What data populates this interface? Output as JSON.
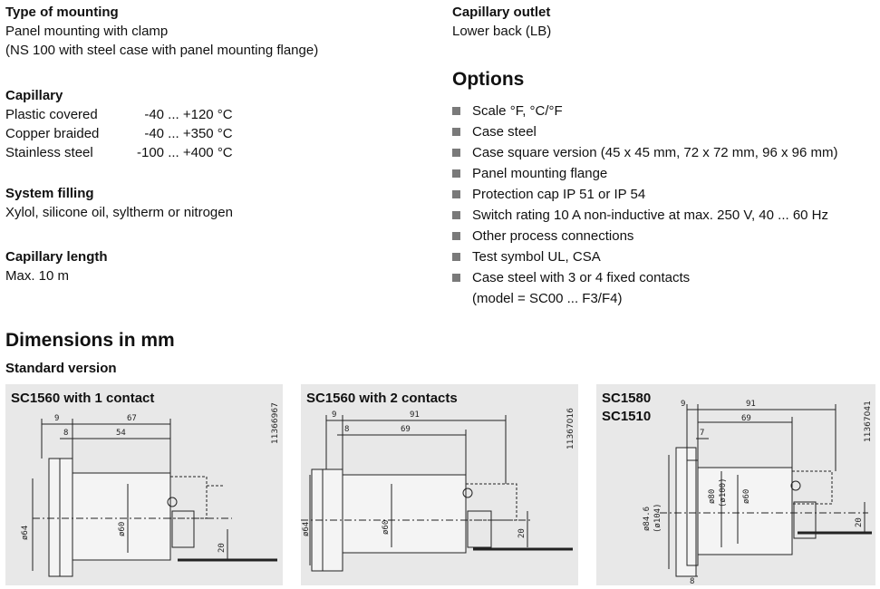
{
  "left": {
    "mounting": {
      "heading": "Type of mounting",
      "line1": "Panel mounting with clamp",
      "line2": "(NS 100 with steel case with panel mounting flange)"
    },
    "capillary": {
      "heading": "Capillary",
      "rows": [
        {
          "k": "Plastic covered",
          "v": "  -40 ... +120 °C"
        },
        {
          "k": "Copper braided",
          "v": "  -40 ... +350 °C"
        },
        {
          "k": "Stainless steel",
          "v": "-100 ... +400 °C"
        }
      ]
    },
    "filling": {
      "heading": "System filling",
      "text": "Xylol, silicone oil, syltherm or nitrogen"
    },
    "length": {
      "heading": "Capillary length",
      "text": "Max. 10 m"
    }
  },
  "right": {
    "outlet": {
      "heading": "Capillary outlet",
      "text": "Lower back (LB)"
    },
    "options_heading": "Options",
    "options": [
      "Scale °F, °C/°F",
      "Case steel",
      "Case square version (45 x 45 mm, 72 x 72 mm, 96 x 96 mm)",
      "Panel mounting flange",
      "Protection cap IP 51 or IP 54",
      "Switch rating 10 A non-inductive at max. 250 V, 40 ... 60 Hz",
      "Other process connections",
      "Test symbol UL, CSA",
      "Case steel with 3 or 4 fixed contacts\n(model = SC00 ... F3/F4)"
    ]
  },
  "dimensions": {
    "title": "Dimensions in mm",
    "standard": "Standard version",
    "panels": [
      {
        "title": "SC1560 with 1 contact",
        "code": "11366967",
        "dims": {
          "a": "9",
          "b": "67",
          "c": "8",
          "d": "54",
          "dia_outer": "ø64",
          "dia_inner": "ø60",
          "h": "20"
        }
      },
      {
        "title": "SC1560 with 2 contacts",
        "code": "11367016",
        "dims": {
          "a": "9",
          "b": "91",
          "c": "8",
          "d": "69",
          "dia_outer": "ø64",
          "dia_inner": "ø60",
          "h": "20"
        }
      },
      {
        "title_line1": "SC1580",
        "title_line2": "SC1510",
        "code": "11367041",
        "dims": {
          "a": "9",
          "b": "91",
          "c": "7",
          "d": "69",
          "dia_outer": "ø84.6",
          "dia_outer2": "(ø104)",
          "dia_mid": "ø80",
          "dia_mid2": "(ø100)",
          "dia_inner": "ø60",
          "h": "20",
          "bottom": "8"
        }
      }
    ]
  }
}
